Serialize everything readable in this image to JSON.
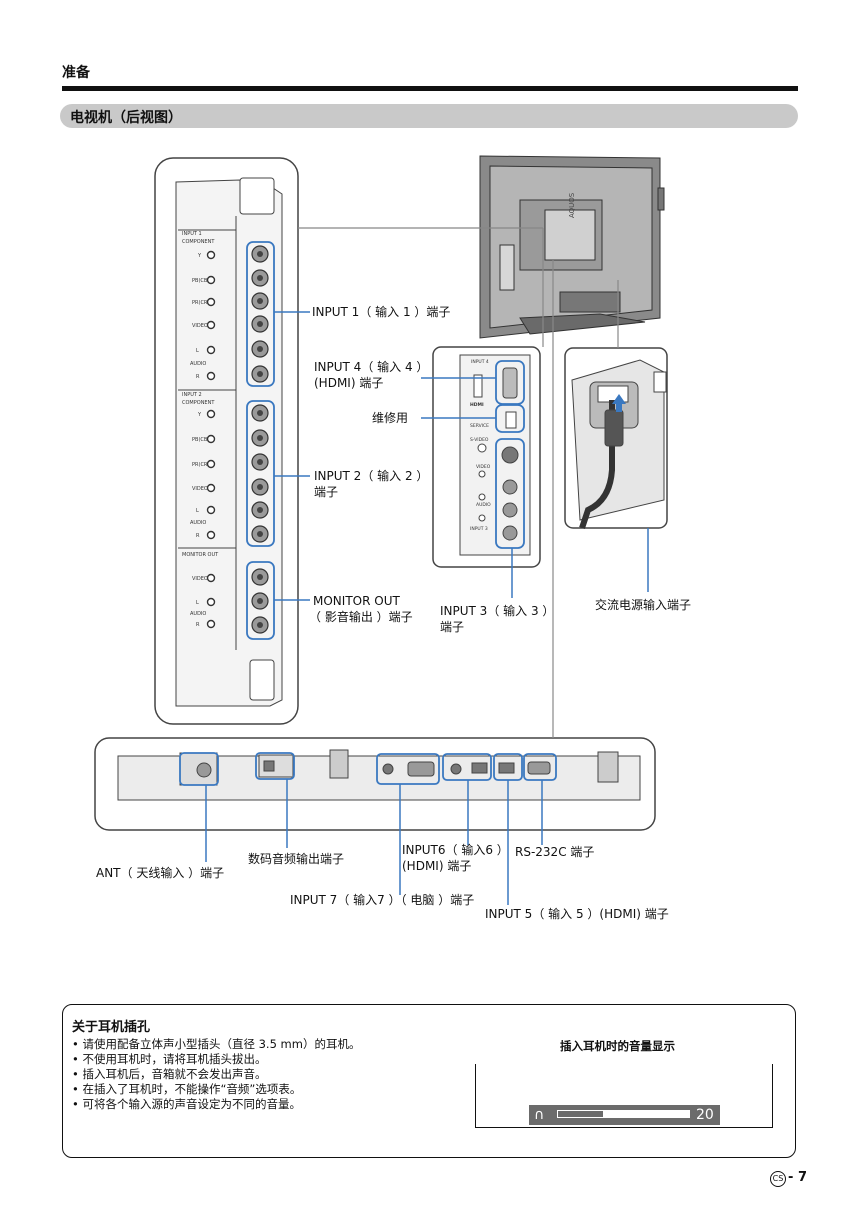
{
  "header": {
    "title": "准备"
  },
  "section": {
    "title": "电视机（后视图）"
  },
  "labels": {
    "input1": "INPUT 1（ 输入 1 ）端子",
    "input4_a": "INPUT 4（ 输入 4 ）",
    "input4_b": "(HDMI) 端子",
    "service": "维修用",
    "input2_a": "INPUT 2（ 输入 2 ）",
    "input2_b": "端子",
    "monitor_a": "MONITOR OUT",
    "monitor_b": "（ 影音输出 ）端子",
    "input3_a": "INPUT 3（ 输入 3 ）",
    "input3_b": "端子",
    "ac": "交流电源输入端子",
    "ant": "ANT（ 天线输入 ）端子",
    "digital": "数码音频输出端子",
    "input6_a": "INPUT6（ 输入6 ）",
    "input6_b": "(HDMI) 端子",
    "rs232c": "RS-232C 端子",
    "input7": "INPUT 7（ 输入7 ）（ 电脑 ）端子",
    "input5": "INPUT 5（ 输入 5 ）(HDMI) 端子"
  },
  "panel_text": {
    "input1": "INPUT 1",
    "component": "COMPONENT",
    "y": "Y",
    "pb": "PB(CB)",
    "pr": "PR(CR)",
    "video": "VIDEO",
    "audio": "AUDIO",
    "l": "L",
    "r": "R",
    "input2": "INPUT 2",
    "monitor_out": "MONITOR OUT",
    "input4": "INPUT 4",
    "hdmi": "HDMI",
    "service": "SERVICE",
    "svideo": "S-VIDEO",
    "input3": "INPUT 3",
    "aquos": "AQUOS"
  },
  "note": {
    "title": "关于耳机插孔",
    "items": [
      "请使用配备立体声小型插头（直径 3.5 mm）的耳机。",
      "不使用耳机时，请将耳机插头拔出。",
      "插入耳机后，音箱就不会发出声音。",
      "在插入了耳机时，不能操作“音频”选项表。",
      "可将各个输入源的声音设定为不同的音量。"
    ],
    "volume_title": "插入耳机时的音量显示",
    "volume_value": "20",
    "volume_level": 0.35
  },
  "footer": {
    "lang": "CS",
    "page_sep": "-",
    "page": "7"
  },
  "colors": {
    "callout": "#3a78c0",
    "panel_gray": "#6b6b6b"
  }
}
